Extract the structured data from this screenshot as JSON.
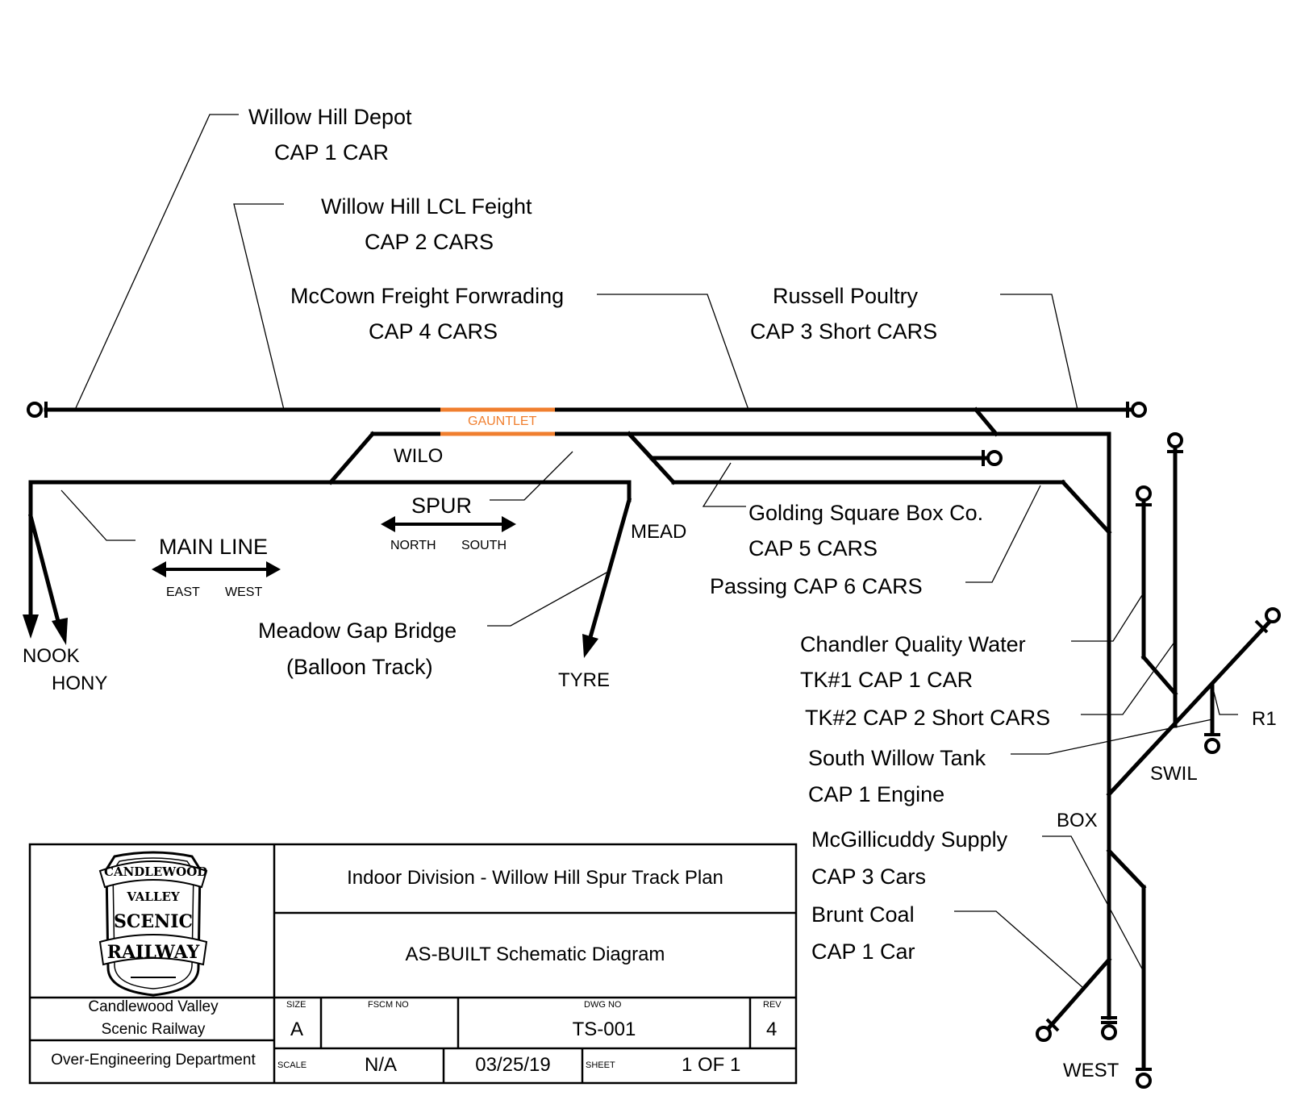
{
  "gauntlet": "GAUNTLET",
  "colors": {
    "gauntlet": "#f07f2f",
    "track": "#000000",
    "background": "#ffffff"
  },
  "industries": {
    "depot_name": "Willow Hill Depot",
    "depot_cap": "CAP 1 CAR",
    "lcl_name": "Willow Hill LCL Feight",
    "lcl_cap": "CAP 2 CARS",
    "mccown_name": "McCown Freight Forwrading",
    "mccown_cap": "CAP 4 CARS",
    "russell_name": "Russell Poultry",
    "russell_cap": "CAP 3 Short CARS",
    "golding_name": "Golding Square Box Co.",
    "golding_cap": "CAP 5 CARS",
    "passing": "Passing CAP 6 CARS",
    "chandler_name": "Chandler Quality Water",
    "chandler_tk1": "TK#1 CAP 1 CAR",
    "chandler_tk2": "TK#2 CAP 2 Short CARS",
    "tank_name": "South Willow Tank",
    "tank_cap": "CAP 1 Engine",
    "mcg_name": "McGillicuddy Supply",
    "mcg_cap": "CAP 3 Cars",
    "brunt_name": "Brunt Coal",
    "brunt_cap": "CAP 1 Car",
    "meadow_name": "Meadow Gap Bridge",
    "meadow_sub": "(Balloon Track)"
  },
  "stations": {
    "wilo": "WILO",
    "mead": "MEAD",
    "nook": "NOOK",
    "hony": "HONY",
    "tyre": "TYRE",
    "swil": "SWIL",
    "box": "BOX",
    "west": "WEST",
    "r1": "R1"
  },
  "legend": {
    "main_line": "MAIN LINE",
    "east": "EAST",
    "west": "WEST",
    "spur": "SPUR",
    "north": "NORTH",
    "south": "SOUTH"
  },
  "title_block": {
    "logo_line1": "CANDLEWOOD",
    "logo_line2": "VALLEY",
    "logo_line3": "SCENIC",
    "logo_line4": "RAILWAY",
    "company_line1": "Candlewood Valley",
    "company_line2": "Scenic Railway",
    "department": "Over-Engineering Department",
    "title": "Indoor Division - Willow Hill Spur Track Plan",
    "subtitle": "AS-BUILT Schematic Diagram",
    "size_label": "SIZE",
    "size": "A",
    "fscm_label": "FSCM NO",
    "dwg_label": "DWG NO",
    "dwg": "TS-001",
    "rev_label": "REV",
    "rev": "4",
    "scale_label": "SCALE",
    "scale": "N/A",
    "date": "03/25/19",
    "sheet_label": "SHEET",
    "sheet": "1 OF 1"
  }
}
